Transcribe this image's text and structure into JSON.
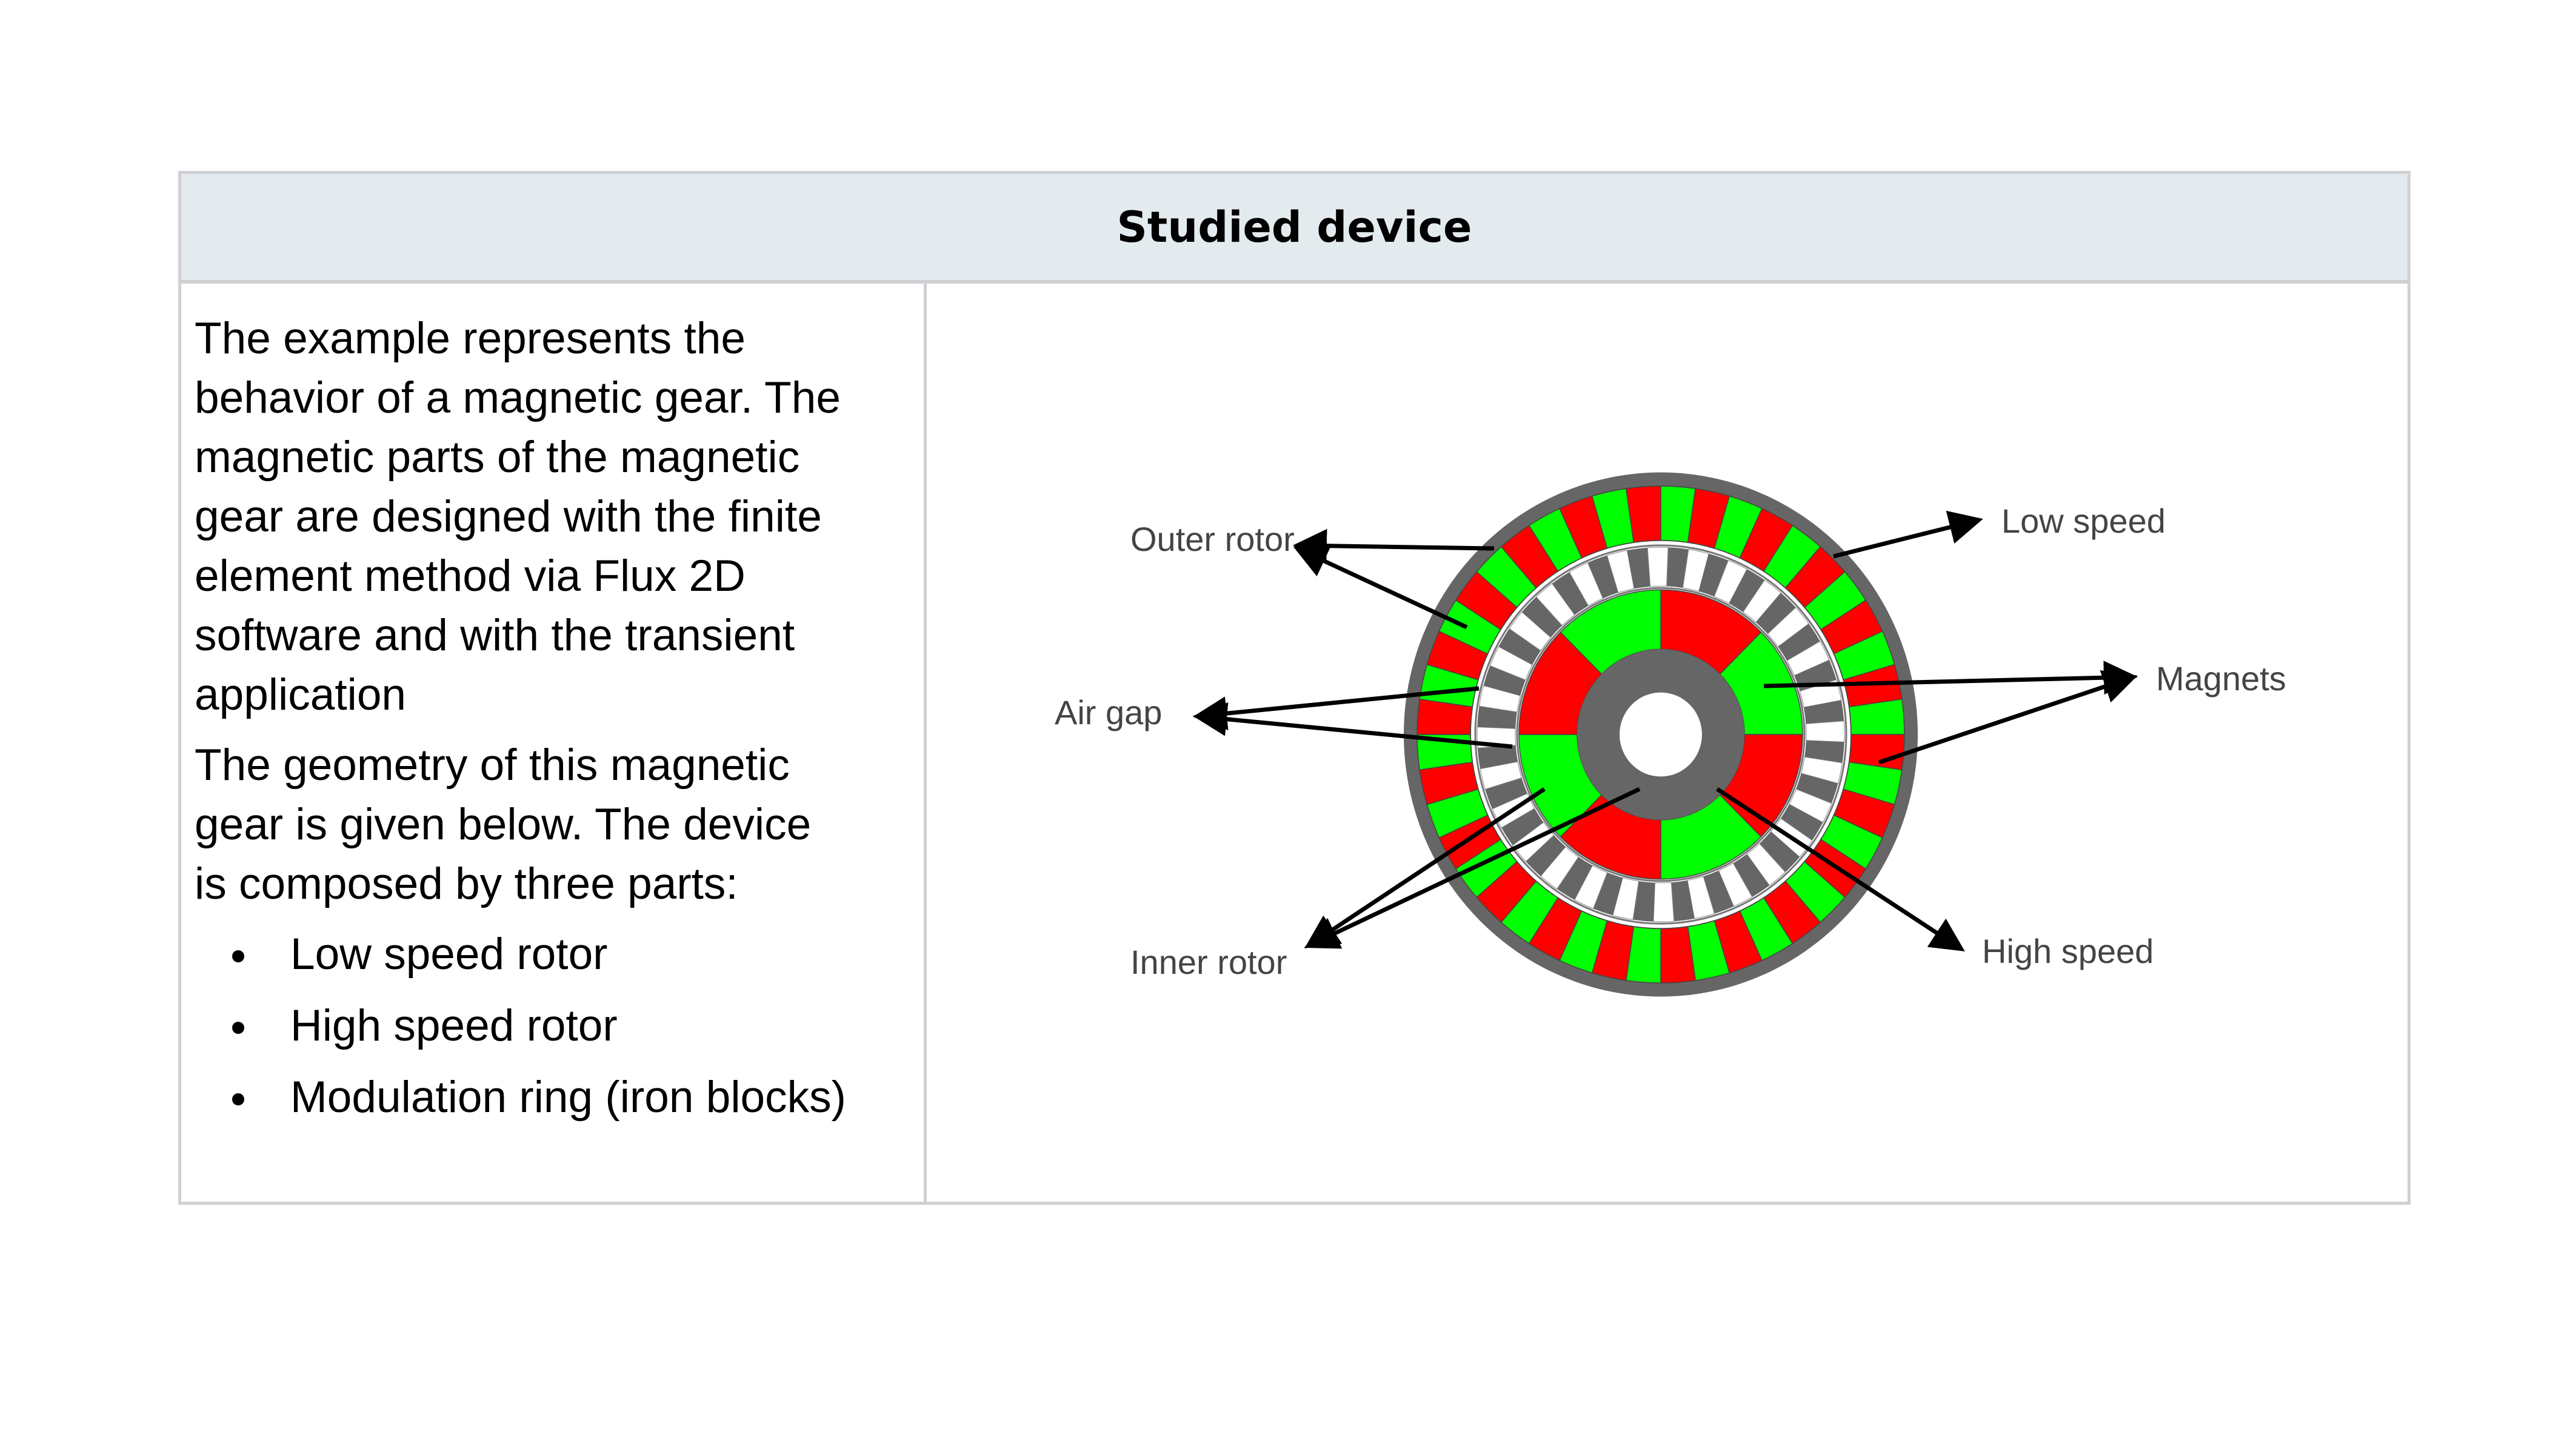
{
  "header": {
    "title": "Studied device"
  },
  "description": {
    "paragraph1_lines": [
      "The example represents the",
      "behavior of a magnetic gear. The",
      "magnetic parts of the magnetic",
      "gear are designed with the finite",
      "element method via Flux 2D",
      "software and with the transient",
      "application"
    ],
    "paragraph2_lines": [
      "The geometry of this magnetic",
      "gear is given below. The device",
      "is composed by three parts:"
    ],
    "parts": [
      "Low speed rotor",
      "High speed rotor",
      "Modulation ring (iron blocks)"
    ]
  },
  "diagram": {
    "labels": {
      "outer_rotor": "Outer rotor",
      "low_speed": "Low speed",
      "magnets": "Magnets",
      "air_gap": "Air gap",
      "inner_rotor": "Inner rotor",
      "high_speed": "High speed"
    },
    "colors": {
      "north": "#ff0000",
      "south": "#00ff00",
      "iron": "#666666",
      "gap": "#ffffff"
    },
    "outer_magnet_count": 44,
    "modulation_piece_count": 28,
    "inner_magnet_count": 8
  }
}
